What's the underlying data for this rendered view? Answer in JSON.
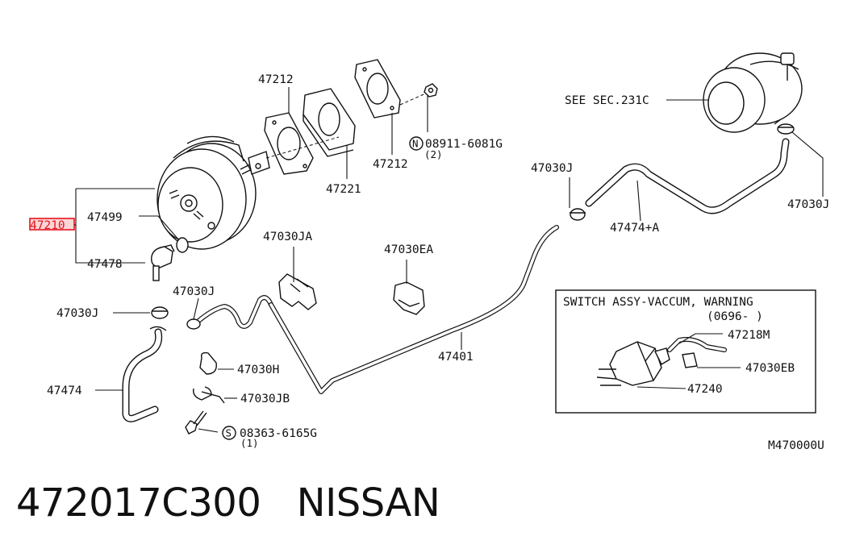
{
  "labels": {
    "p47212_top": "47212",
    "p47212_right": "47212",
    "p47221": "47221",
    "p08911": "08911-6081G",
    "p08911_qty": "(2)",
    "p47210": "47210",
    "p47499": "47499",
    "p47478": "47478",
    "p47030J_left": "47030J",
    "p47030J_mid": "47030J",
    "p47030J_top": "47030J",
    "p47030J_right": "47030J",
    "p47474": "47474",
    "p47030JA": "47030JA",
    "p47030EA": "47030EA",
    "p47401": "47401",
    "p47030H": "47030H",
    "p47030JB": "47030JB",
    "p08363": "08363-6165G",
    "p08363_qty": "(1)",
    "p47474A": "47474+A",
    "see_sec": "SEE SEC.231C",
    "inset_title": "SWITCH ASSY-VACCUM, WARNING",
    "inset_date": "(0696-        )",
    "p47218M": "47218M",
    "p47030EB": "47030EB",
    "p47240": "47240",
    "diagram_code": "M470000U",
    "symbol_N": "N",
    "symbol_S": "S"
  },
  "caption": {
    "part_number": "472017C300",
    "brand": "NISSAN"
  },
  "colors": {
    "highlight": "#e8141e",
    "ink": "#111111"
  }
}
